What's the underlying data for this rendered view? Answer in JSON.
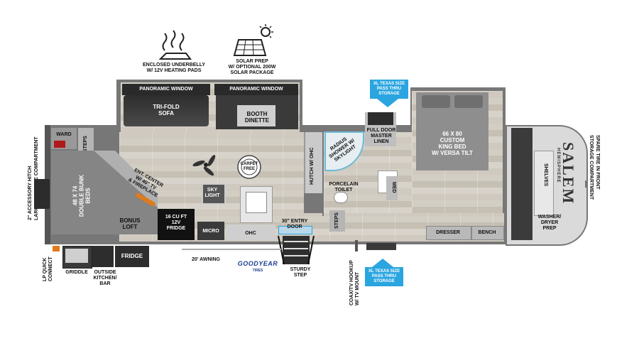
{
  "features": {
    "underbelly": "ENCLOSED UNDERBELLY\nW/ 12V HEATING PADS",
    "solar": "SOLAR PREP\nW/ OPTIONAL 200W\nSOLAR PACKAGE"
  },
  "callouts": {
    "top_storage": "XL TEXAS SIZE\nPASS THRU\nSTORAGE",
    "bottom_storage": "XL TEXAS SIZE\nPASS THRU\nSTORAGE"
  },
  "rooms": {
    "panoramic_window_left": "PANORAMIC WINDOW",
    "panoramic_window_right": "PANORAMIC WINDOW",
    "sofa": "TRI-FOLD\nSOFA",
    "dinette": "BOOTH\nDINETTE",
    "ward": "WARD",
    "steps_left": "STEPS",
    "bunk_beds": "48 X 74\nDOUBLE BUNK\nBEDS",
    "ent_center": "ENT. CENTER\nW/ 40\" TV\n& FIREPLACE",
    "bonus_loft": "BONUS\nLOFT",
    "fridge_inside": "16 CU FT\n12V\nFRIDGE",
    "micro": "MICRO",
    "ohc": "OHC",
    "sky_light": "SKY\nLIGHT",
    "carpet_free": "CARPET\nFREE",
    "hutch": "HUTCH W/ OHC",
    "radius_shower": "RADIUS\nSHOWER W/\nSKYLIGHT",
    "full_door": "FULL DOOR\nMASTER\nLINEN",
    "porcelain_toilet": "PORCELAIN\nTOILET",
    "med": "MED",
    "steps_right": "STEPS",
    "king_bed": "66 X 80\nCUSTOM\nKING BED\nW/ VERSA TILT",
    "dresser": "DRESSER",
    "bench": "BENCH",
    "shelves": "SHELVES",
    "washer_dryer": "WASHER/\nDRYER\nPREP",
    "entry_door": "30\" ENTRY\nDOOR"
  },
  "exterior": {
    "accessory_hitch": "2\" ACCESSORY HITCH\nLARGE STORAGE COMPARTMENT",
    "lp_quick": "LP QUICK\nCONNECT",
    "griddle": "GRIDDLE",
    "outside_kitchen": "OUTSIDE\nKITCHEN/\nBAR",
    "fridge_outside": "FRIDGE",
    "awning": "20' AWNING",
    "tires_brand": "GOODYEAR",
    "tires_sub": "TIRES",
    "sturdy_step": "STURDY\nSTEP",
    "coax": "COAX/TV HOOKUP\nW/ TV MOUNT",
    "spare_tire": "SPARE TIRE IN FRONT\nSTORAGE COMPARTMENT"
  },
  "brand": {
    "name": "SALEM",
    "sub": "HEMISPHERE"
  },
  "colors": {
    "callout": "#2aa5e0",
    "wall": "#6b6b6b",
    "fridge": "#111111",
    "accent_orange": "#e07a1a"
  }
}
